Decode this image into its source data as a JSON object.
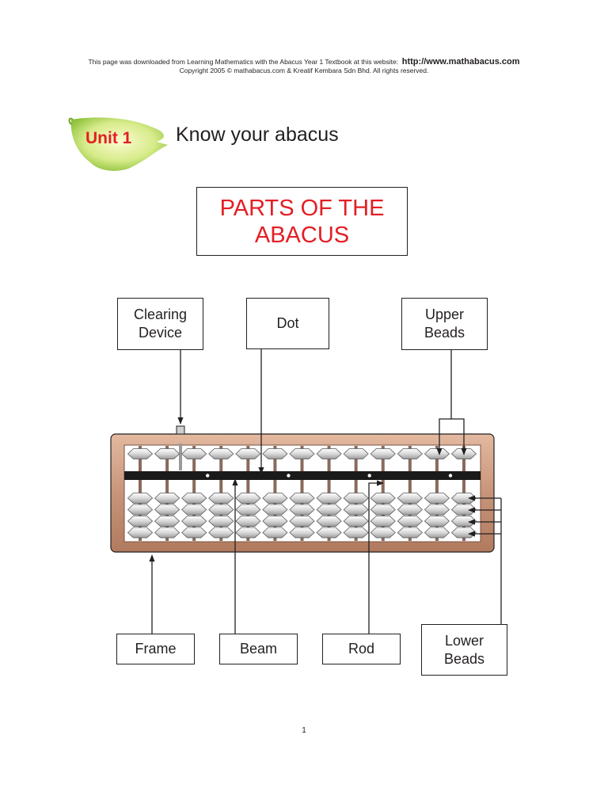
{
  "header": {
    "line1_text": "This page was downloaded from Learning Mathematics with the Abacus Year 1 Textbook at this website:",
    "line1_url": "http://www.mathabacus.com",
    "line2": "Copyright 2005 © mathabacus.com & Kreatif Kembara Sdn Bhd. All rights reserved."
  },
  "unit": {
    "badge": "Unit 1",
    "title": "Know your abacus"
  },
  "diagram": {
    "title_line1": "PARTS OF THE",
    "title_line2": "ABACUS",
    "labels": {
      "clearing_device_1": "Clearing",
      "clearing_device_2": "Device",
      "dot": "Dot",
      "upper_beads_1": "Upper",
      "upper_beads_2": "Beads",
      "frame": "Frame",
      "beam": "Beam",
      "rod": "Rod",
      "lower_beads_1": "Lower",
      "lower_beads_2": "Beads"
    },
    "abacus": {
      "rods": 13,
      "lower_beads_per_rod": 4,
      "upper_beads_per_rod": 1
    }
  },
  "colors": {
    "title_red": "#e31e24",
    "badge_red": "#e31e24",
    "frame_copper": "#c8957a",
    "beam_black": "#1a1a1a",
    "leaf_green": "#9ccb3b"
  },
  "page_number": "1"
}
